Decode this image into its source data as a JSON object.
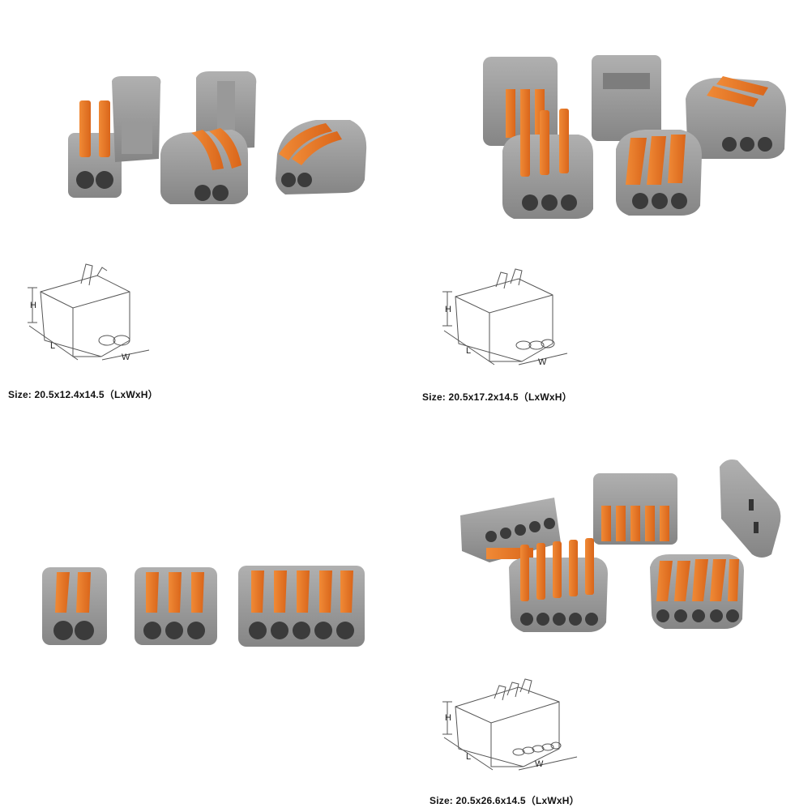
{
  "colors": {
    "housing": "#8f8f8f",
    "housing_light": "#a9a9a9",
    "housing_dark": "#6f6f6f",
    "lever": "#ef7a22",
    "lever_dark": "#c85c12",
    "hole": "#3b3b3b",
    "outline": "#555555"
  },
  "panels": {
    "two_pole": {
      "size_label": "Size:  20.5x12.4x14.5（LxWxH）"
    },
    "three_pole": {
      "size_label": "Size:  20.5x17.2x14.5（LxWxH）"
    },
    "five_pole": {
      "size_label": "Size:  20.5x26.6x14.5（LxWxH）"
    }
  },
  "dimension_letters": {
    "length": "L",
    "width": "W",
    "height": "H"
  }
}
